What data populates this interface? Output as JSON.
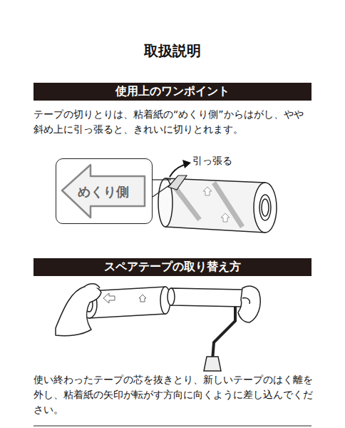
{
  "diagram": {
    "title": "取扱説明",
    "nodes": [
      {
        "text": [
          "使用上のワンポイント"
        ]
      },
      {
        "text": [
          "めくり側"
        ]
      },
      {
        "text": [
          "スペアテープの取り替え方"
        ]
      }
    ],
    "labels": [
      "テープの切りとりは、粘着紙の“めくり側”からはがし、やや斜め上に引っ張ると、きれいに切りとれます。",
      "引っ張る",
      "使い終わったテープの芯を抜きとり、新しいテープのはく離を外し、粘着紙の矢印が転がす方向に向くように差し込んでください。"
    ]
  }
}
